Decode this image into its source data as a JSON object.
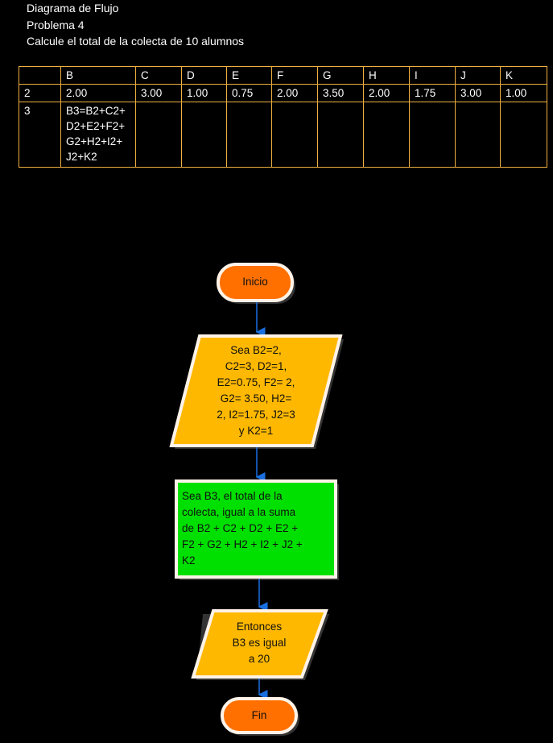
{
  "header": {
    "line1": "Diagrama de Flujo",
    "line2": "Problema 4",
    "line3": "Calcule el total de la colecta de 10 alumnos"
  },
  "table": {
    "headers": [
      "",
      "B",
      "C",
      "D",
      "E",
      "F",
      "G",
      "H",
      "I",
      "J",
      "K"
    ],
    "row2": [
      "2",
      "2.00",
      "3.00",
      "1.00",
      "0.75",
      "2.00",
      "3.50",
      "2.00",
      "1.75",
      "3.00",
      "1.00"
    ],
    "row3": {
      "label": "3",
      "formula_lines": [
        "B3=B2+C2+",
        "D2+E2+F2+",
        "G2+H2+I2+",
        "J2+K2"
      ]
    }
  },
  "flow": {
    "start": "Inicio",
    "input_lines": [
      "Sea B2=2,",
      "C2=3, D2=1,",
      "E2=0.75, F2= 2,",
      "G2= 3.50, H2=",
      "2, I2=1.75, J2=3",
      "y K2=1"
    ],
    "process_lines": [
      "Sea B3, el total de la",
      "colecta, igual a la suma",
      "de B2 + C2 + D2 + E2 +",
      "F2 + G2 + H2 + I2 + J2 +",
      "K2"
    ],
    "output_lines": [
      "Entonces",
      "B3 es igual",
      "a 20"
    ],
    "end": "Fin",
    "colors": {
      "terminal": "#ff7000",
      "io": "#ffb800",
      "process": "#00e000",
      "arrow": "#1a6fe0"
    }
  }
}
